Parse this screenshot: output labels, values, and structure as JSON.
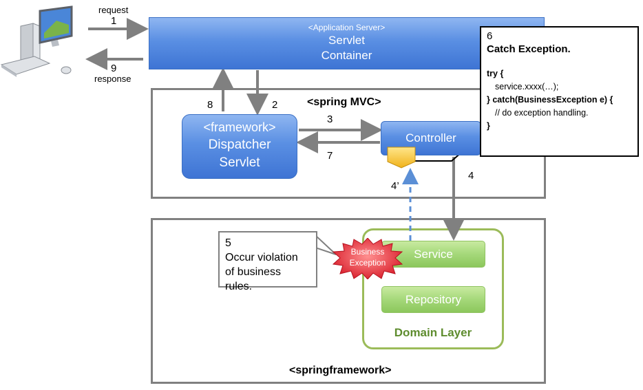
{
  "client": {
    "request_label": "request",
    "request_step": "1",
    "response_step": "9",
    "response_label": "response"
  },
  "app_server": {
    "tag": "<Application Server>",
    "line1": "Servlet",
    "line2": "Container"
  },
  "spring_mvc": {
    "title": "<spring MVC>",
    "dispatcher_line1": "<framework>",
    "dispatcher_line2": "Dispatcher",
    "dispatcher_line3": "Servlet",
    "controller": "Controller"
  },
  "steps": {
    "s8": "8",
    "s2": "2",
    "s3": "3",
    "s7": "7",
    "s4": "4",
    "s4p": "4’"
  },
  "note6": {
    "number": "6",
    "title": "Catch Exception.",
    "code_line1": "try {",
    "code_line2": "service.xxxx(…);",
    "code_line3": "} catch(BusinessException e) {",
    "code_line4": "// do exception handling.",
    "code_line5": "}"
  },
  "note5": {
    "number": "5",
    "line1": "Occur violation",
    "line2": "of business rules."
  },
  "domain": {
    "burst_line1": "Business",
    "burst_line2": "Exception",
    "service": "Service",
    "repository": "Repository",
    "layer_label": "Domain Layer",
    "framework_label": "<springframework>"
  },
  "colors": {
    "arrow": "#808080",
    "blue": "#4f86dc",
    "green": "#9bd06e",
    "domain_text": "#5e8c2e",
    "burst": "#e2333c",
    "exception_arrow": "#5b8fd6"
  }
}
